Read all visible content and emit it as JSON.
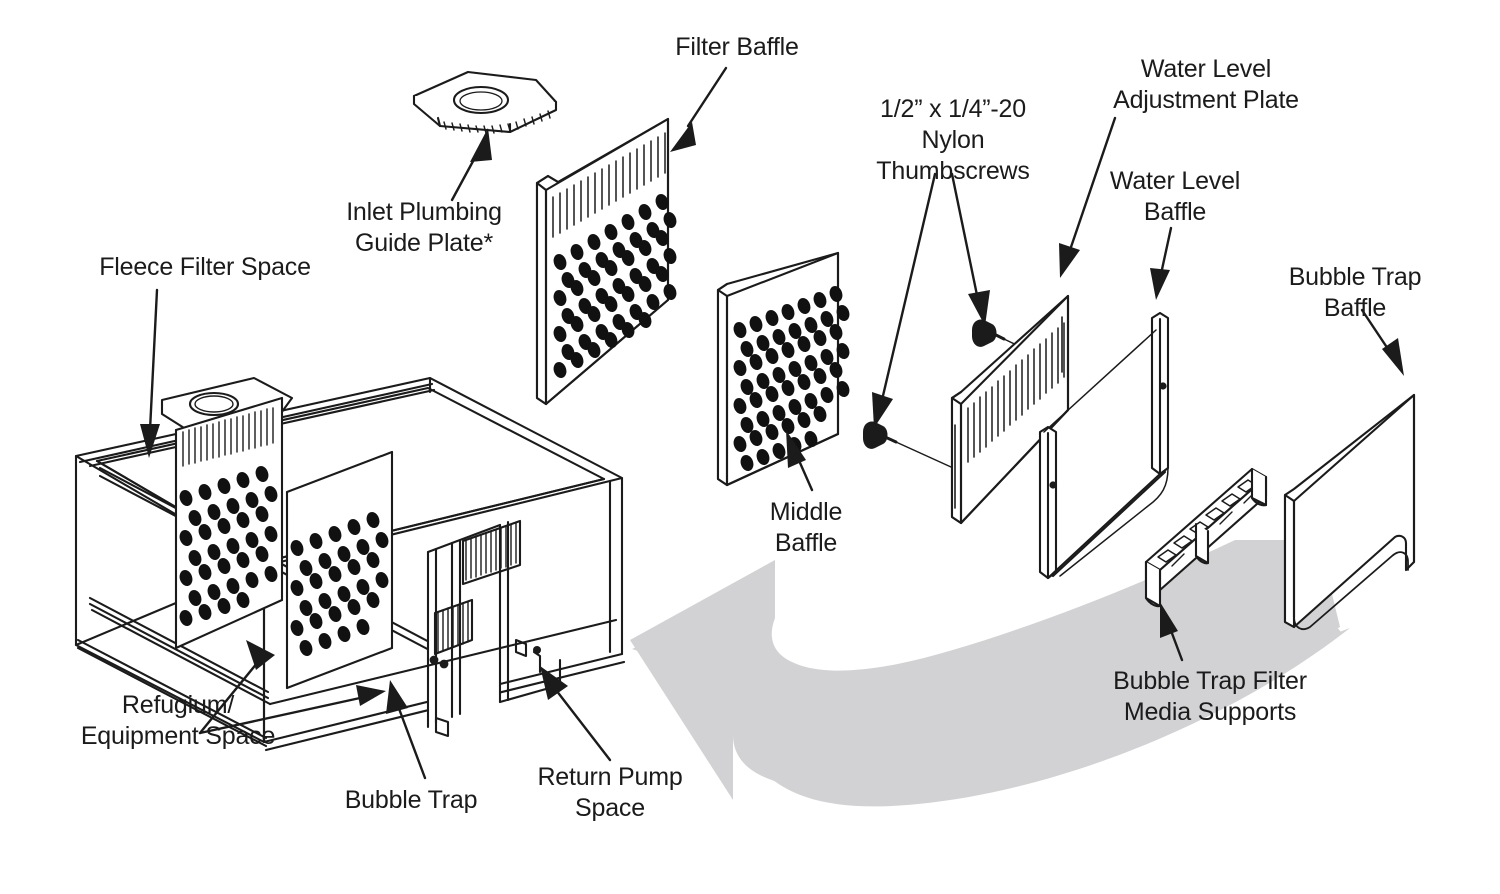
{
  "diagram": {
    "title": "Exploded view of aquarium sump with baffles",
    "background_color": "#ffffff",
    "line_color": "#1b1b1b",
    "accent_gray": "#d2d2d4"
  },
  "labels": {
    "filter_baffle": "Filter Baffle",
    "inlet_plumbing_guide_plate": "Inlet Plumbing\nGuide Plate*",
    "fleece_filter_space": "Fleece Filter Space",
    "thumbscrews": "1/2” x 1/4”-20\nNylon\nThumbscrews",
    "water_level_adjustment_plate": "Water Level\nAdjustment Plate",
    "water_level_baffle": "Water Level\nBaffle",
    "bubble_trap_baffle": "Bubble Trap\nBaffle",
    "middle_baffle": "Middle\nBaffle",
    "bubble_trap_filter_media_supports": "Bubble Trap Filter\nMedia Supports",
    "refugium_equipment_space": "Refugium/\nEquipment Space",
    "bubble_trap": "Bubble Trap",
    "return_pump_space": "Return Pump\nSpace"
  },
  "parts": [
    {
      "name": "inlet-plumbing-guide-plate",
      "kind": "flat-plate-with-hole"
    },
    {
      "name": "filter-baffle",
      "kind": "perforated-plate-with-comb"
    },
    {
      "name": "middle-baffle",
      "kind": "perforated-plate"
    },
    {
      "name": "nylon-thumbscrew-upper",
      "kind": "thumbscrew"
    },
    {
      "name": "nylon-thumbscrew-lower",
      "kind": "thumbscrew"
    },
    {
      "name": "water-level-adjustment-plate",
      "kind": "comb-slot-plate"
    },
    {
      "name": "water-level-baffle",
      "kind": "u-channel-baffle"
    },
    {
      "name": "bubble-trap-filter-media-supports",
      "kind": "slotted-rail"
    },
    {
      "name": "bubble-trap-baffle",
      "kind": "notched-plate"
    },
    {
      "name": "sump-tank",
      "kind": "isometric-open-tank"
    },
    {
      "name": "assembly-arrow",
      "kind": "gray-swoosh-arrow"
    }
  ]
}
